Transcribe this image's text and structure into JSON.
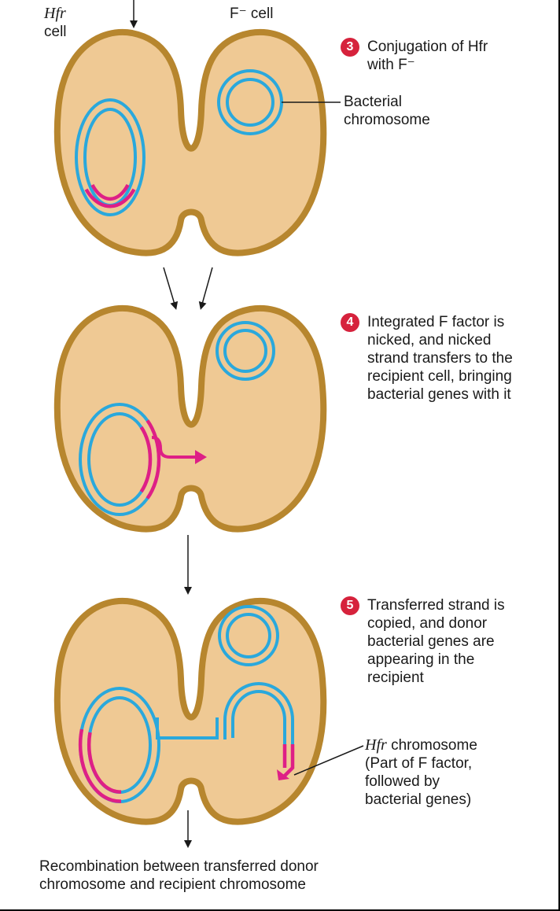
{
  "labels": {
    "hfr_cell_italic": "Hfr",
    "hfr_cell_word": "cell",
    "f_minus_cell": "F⁻ cell",
    "bacterial_chromosome_1": "Bacterial",
    "bacterial_chromosome_2": "chromosome"
  },
  "steps": [
    {
      "number": "3",
      "lines": [
        "Conjugation of Hfr",
        "with F⁻"
      ]
    },
    {
      "number": "4",
      "lines": [
        "Integrated F factor is",
        "nicked, and nicked",
        "strand transfers to the",
        "recipient cell, bringing",
        "bacterial genes with it"
      ]
    },
    {
      "number": "5",
      "lines": [
        "Transferred strand is",
        "copied, and donor",
        "bacterial genes are",
        "appearing in the",
        "recipient"
      ]
    }
  ],
  "hfr_chromosome_label": {
    "italic": "Hfr",
    "rest": " chromosome",
    "lines": [
      "(Part of F factor,",
      "followed by",
      "bacterial genes)"
    ]
  },
  "footer": {
    "line1": "Recombination between transferred donor",
    "line2": "chromosome and recipient chromosome"
  },
  "colors": {
    "cell_fill": "#efc994",
    "cell_outline": "#b7862e",
    "dna_blue": "#2aa8dc",
    "dna_magenta": "#de1f86",
    "badge": "#d6223c"
  }
}
